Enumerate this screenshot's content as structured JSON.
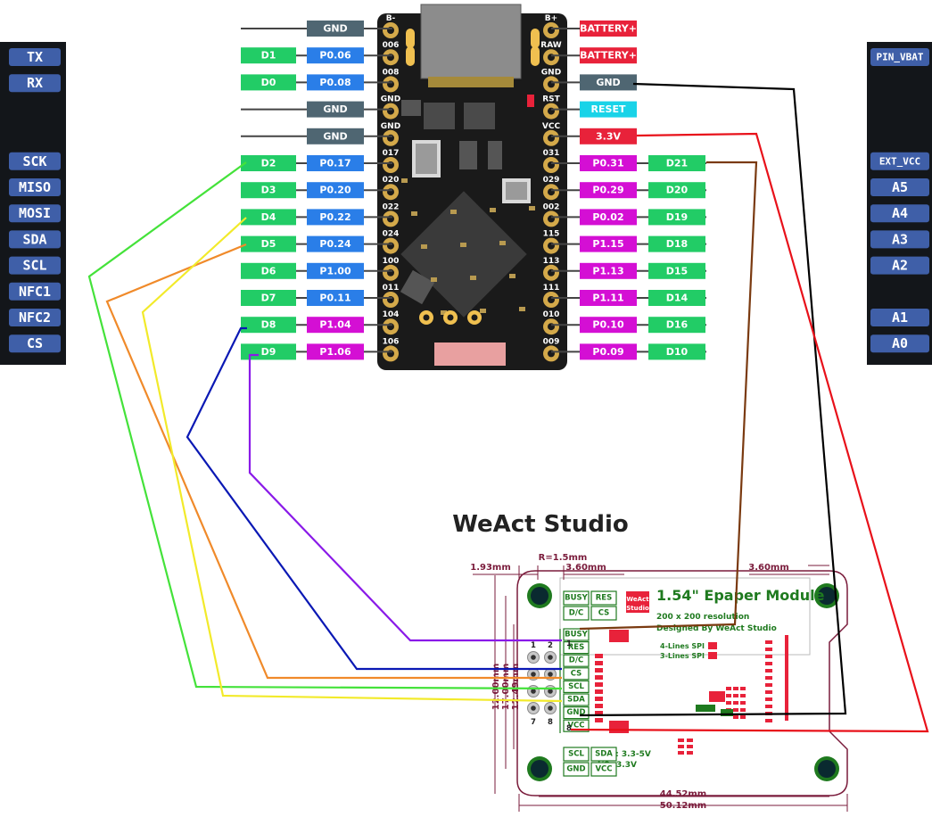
{
  "left_labels": [
    "TX",
    "RX",
    "",
    "",
    "SCK",
    "MISO",
    "MOSI",
    "SDA",
    "SCL",
    "NFC1",
    "NFC2",
    "CS"
  ],
  "right_labels": [
    "PIN_VBAT",
    "",
    "",
    "",
    "EXT_VCC",
    "A5",
    "A4",
    "A3",
    "A2",
    "",
    "A1",
    "A0"
  ],
  "left_pins": [
    {
      "d": "",
      "p": "GND",
      "silk": "B-",
      "color": "gnd"
    },
    {
      "d": "D1",
      "p": "P0.06",
      "silk": "006",
      "color": "blue"
    },
    {
      "d": "D0",
      "p": "P0.08",
      "silk": "008",
      "color": "blue"
    },
    {
      "d": "",
      "p": "GND",
      "silk": "GND",
      "color": "gnd"
    },
    {
      "d": "",
      "p": "GND",
      "silk": "GND",
      "color": "gnd"
    },
    {
      "d": "D2",
      "p": "P0.17",
      "silk": "017",
      "color": "blue"
    },
    {
      "d": "D3",
      "p": "P0.20",
      "silk": "020",
      "color": "blue"
    },
    {
      "d": "D4",
      "p": "P0.22",
      "silk": "022",
      "color": "blue"
    },
    {
      "d": "D5",
      "p": "P0.24",
      "silk": "024",
      "color": "blue"
    },
    {
      "d": "D6",
      "p": "P1.00",
      "silk": "100",
      "color": "blue"
    },
    {
      "d": "D7",
      "p": "P0.11",
      "silk": "011",
      "color": "blue"
    },
    {
      "d": "D8",
      "p": "P1.04",
      "silk": "104",
      "color": "magenta"
    },
    {
      "d": "D9",
      "p": "P1.06",
      "silk": "106",
      "color": "magenta"
    }
  ],
  "right_pins": [
    {
      "d": "",
      "p": "BATTERY+",
      "silk": "B+",
      "color": "red"
    },
    {
      "d": "",
      "p": "BATTERY+",
      "silk": "RAW",
      "color": "red"
    },
    {
      "d": "",
      "p": "GND",
      "silk": "GND",
      "color": "gnd"
    },
    {
      "d": "",
      "p": "RESET",
      "silk": "RST",
      "color": "cyan"
    },
    {
      "d": "",
      "p": "3.3V",
      "silk": "VCC",
      "color": "red"
    },
    {
      "d": "D21",
      "p": "P0.31",
      "silk": "031",
      "color": "magenta"
    },
    {
      "d": "D20",
      "p": "P0.29",
      "silk": "029",
      "color": "magenta"
    },
    {
      "d": "D19",
      "p": "P0.02",
      "silk": "002",
      "color": "magenta"
    },
    {
      "d": "D18",
      "p": "P1.15",
      "silk": "115",
      "color": "magenta"
    },
    {
      "d": "D15",
      "p": "P1.13",
      "silk": "113",
      "color": "magenta"
    },
    {
      "d": "D14",
      "p": "P1.11",
      "silk": "111",
      "color": "magenta"
    },
    {
      "d": "D16",
      "p": "P0.10",
      "silk": "010",
      "color": "magenta"
    },
    {
      "d": "D10",
      "p": "P0.09",
      "silk": "009",
      "color": "magenta"
    }
  ],
  "colors": {
    "green": "#22cc66",
    "blue": "#2a7ee8",
    "magenta": "#d40fd4",
    "gnd": "#4f6672",
    "red": "#e8223a",
    "cyan": "#19d3e8",
    "side_bg": "#13161a",
    "side_box": "#3f5fa8",
    "pcb": "#1a1a1a",
    "pad": "#d4a94a"
  },
  "brand": "WeAct Studio",
  "epaper": {
    "title": "1.54\" Epaper Module",
    "resolution": "200 x 200 resolution",
    "designed": "Designed By WeAct Studio",
    "logo_top": "WeAct",
    "logo_bottom": "Studio",
    "spi4": "4-Lines SPI",
    "spi3": "3-Lines SPI",
    "vcc_note": "VCC: 3.3-5V",
    "io_note": "I/O: 3.3V",
    "pins": [
      "BUSY",
      "RES",
      "D/C",
      "CS",
      "SCL",
      "SDA",
      "GND",
      "VCC"
    ],
    "hdr_top": [
      "BUSY",
      "RES",
      "D/C",
      "CS"
    ],
    "hdr_bottom": [
      "SCL",
      "SDA",
      "GND",
      "VCC"
    ],
    "num1": "1",
    "num2": "2",
    "num7": "7",
    "num8": "8",
    "dims": {
      "d1": "1.93mm",
      "d2": "R=1.5mm",
      "d3": "3.60mm",
      "d4": "3.60mm",
      "d5": "44.52mm",
      "d6": "50.12mm",
      "d7": "12.00mm",
      "d8": "17.00mm",
      "d9": "12.49mm"
    }
  }
}
